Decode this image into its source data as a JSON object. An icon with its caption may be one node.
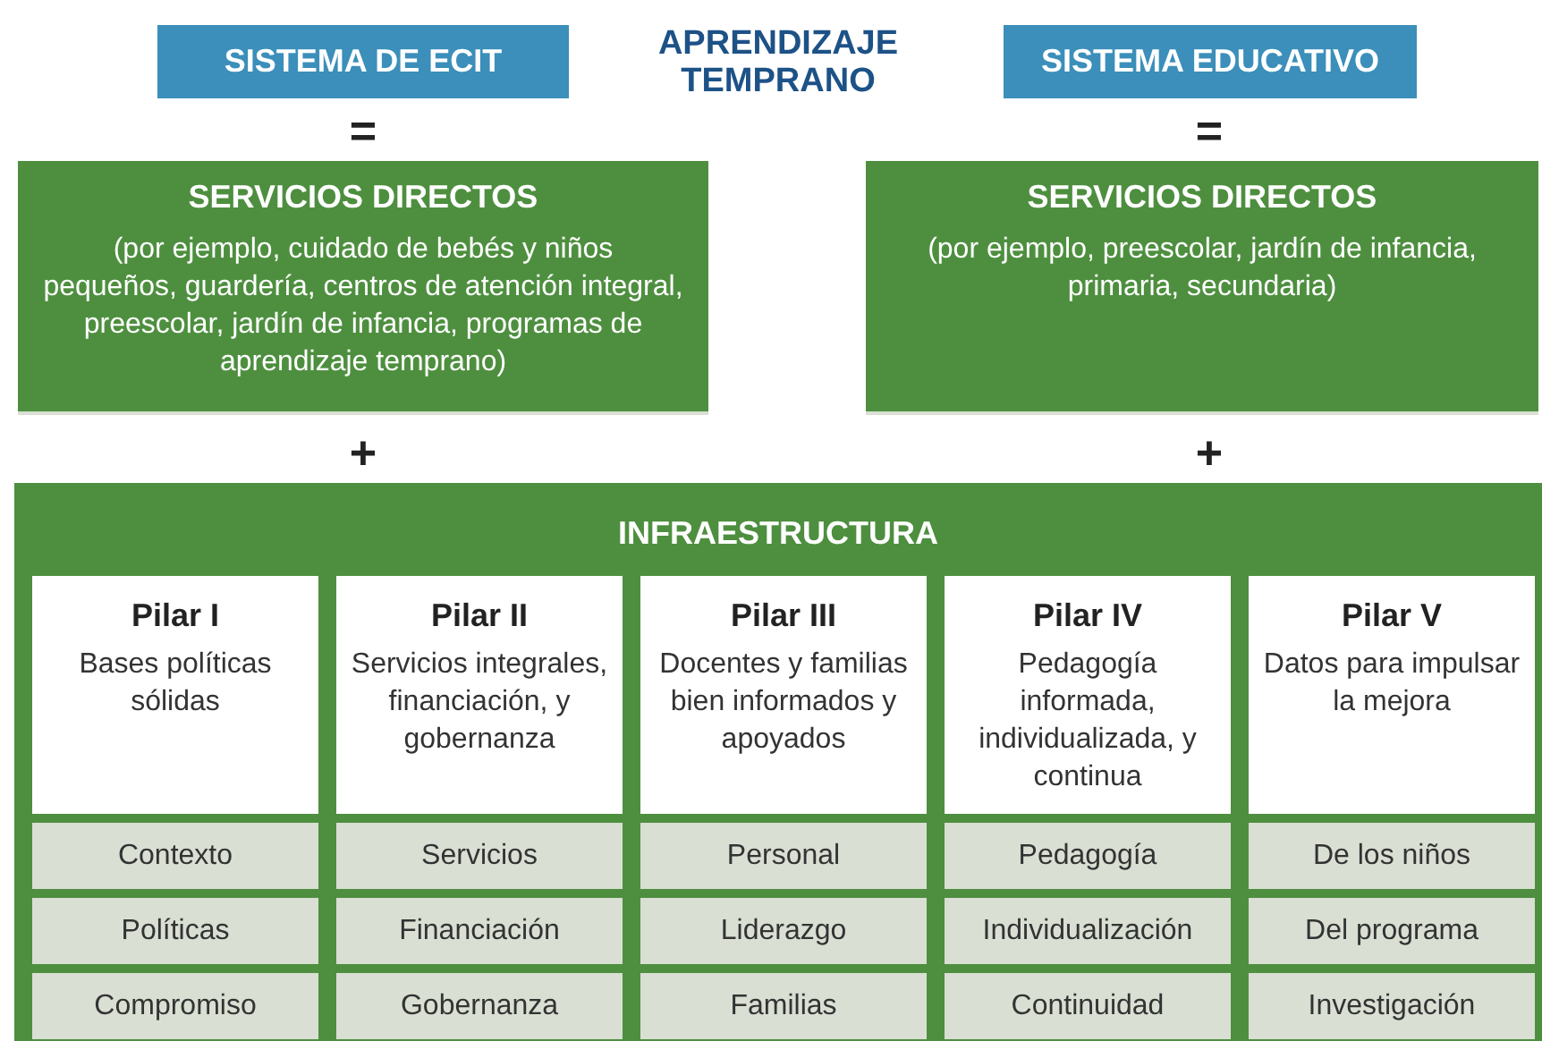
{
  "diagram": {
    "title": "APRENDIZAJE TEMPRANO",
    "nodes": [
      {
        "text": [
          "SISTEMA DE ECIT"
        ]
      },
      {
        "text": [
          "SISTEMA EDUCATIVO"
        ]
      },
      {
        "text": [
          "SERVICIOS DIRECTOS",
          "(por ejemplo, cuidado de bebés y niños pequeños, guardería, centros de atención integral, preescolar, jardín de infancia, programas de aprendizaje temprano)"
        ]
      },
      {
        "text": [
          "SERVICIOS DIRECTOS",
          "(por ejemplo, preescolar, jardín de infancia, primaria, secundaria)"
        ]
      },
      {
        "text": [
          "INFRAESTRUCTURA"
        ]
      },
      {
        "text": [
          "Pilar I",
          "Bases políticas sólidas"
        ],
        "in": 4
      },
      {
        "text": [
          "Pilar II",
          "Servicios integrales, financiación, y gobernanza"
        ],
        "in": 4
      },
      {
        "text": [
          "Pilar III",
          "Docentes y familias bien informados y apoyados"
        ],
        "in": 4
      },
      {
        "text": [
          "Pilar IV",
          "Pedagogía informada, individualizada, y continua"
        ],
        "in": 4
      },
      {
        "text": [
          "Pilar V",
          "Datos para impulsar la mejora"
        ],
        "in": 4
      },
      {
        "text": [
          "Contexto"
        ],
        "in": 4
      },
      {
        "text": [
          "Servicios"
        ],
        "in": 4
      },
      {
        "text": [
          "Personal"
        ],
        "in": 4
      },
      {
        "text": [
          "Pedagogía"
        ],
        "in": 4
      },
      {
        "text": [
          "De los niños"
        ],
        "in": 4
      },
      {
        "text": [
          "Políticas"
        ],
        "in": 4
      },
      {
        "text": [
          "Financiación"
        ],
        "in": 4
      },
      {
        "text": [
          "Liderazgo"
        ],
        "in": 4
      },
      {
        "text": [
          "Individualización"
        ],
        "in": 4
      },
      {
        "text": [
          "Del programa"
        ],
        "in": 4
      },
      {
        "text": [
          "Compromiso"
        ],
        "in": 4
      },
      {
        "text": [
          "Gobernanza"
        ],
        "in": 4
      },
      {
        "text": [
          "Familias"
        ],
        "in": 4
      },
      {
        "text": [
          "Continuidad"
        ],
        "in": 4
      },
      {
        "text": [
          "Investigación"
        ],
        "in": 4
      }
    ],
    "labels": [
      "=",
      "=",
      "+",
      "+"
    ]
  }
}
